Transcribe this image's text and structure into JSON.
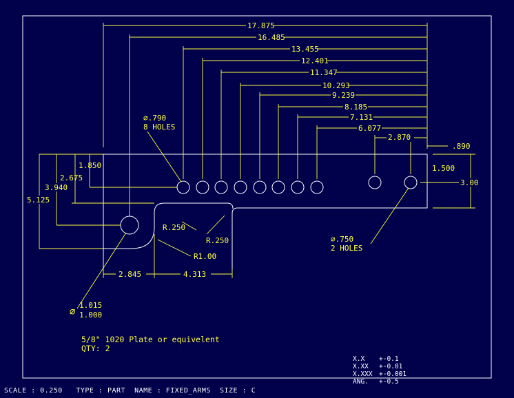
{
  "drawing": {
    "colors": {
      "background": "#00004b",
      "dimension": "#ffff3c",
      "geometry": "#ffffff"
    },
    "horizontal_dims": [
      "17.875",
      "16.485",
      "13.455",
      "12.401",
      "11.347",
      "10.293",
      "9.239",
      "8.185",
      "7.131",
      "6.077"
    ],
    "dim_2870": "2.870",
    "dim_890": ".890",
    "dim_1500": "1.500",
    "dim_300": "3.00",
    "dim_1850": "1.850",
    "dim_2675": "2.675",
    "dim_3940": "3.940",
    "dim_5125": "5.125",
    "dim_2845": "2.845",
    "dim_4313": "4.313",
    "hole8_dia": "⌀.790",
    "hole8_count": "8 HOLES",
    "hole2_dia": "⌀.750",
    "hole2_count": "2 HOLES",
    "r250_a": "R.250",
    "r250_b": "R.250",
    "r100": "R1.00",
    "big_hole_sym": "⌀",
    "big_hole_max": "1.015",
    "big_hole_min": "1.000",
    "note_material": "5/8\" 1020 Plate or equivelent",
    "note_qty": "QTY: 2",
    "tolerances": [
      {
        "label": "X.X",
        "value": "+-0.1"
      },
      {
        "label": "X.XX",
        "value": "+-0.01"
      },
      {
        "label": "X.XXX",
        "value": "+-0.001"
      },
      {
        "label": "ANG.",
        "value": "+-0.5"
      }
    ]
  },
  "status_bar": {
    "text": "SCALE : 0.250   TYPE : PART  NAME : FIXED_ARMS  SIZE : C"
  }
}
